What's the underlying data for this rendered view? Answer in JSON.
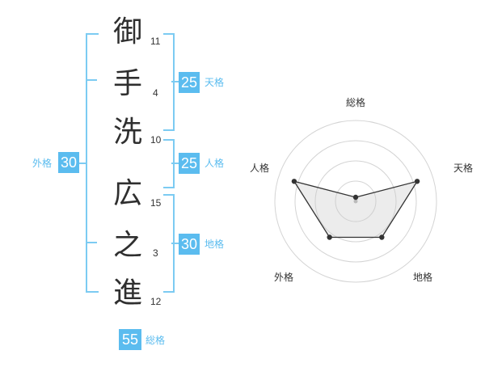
{
  "name_chars": [
    {
      "char": "御",
      "strokes": "11"
    },
    {
      "char": "手",
      "strokes": "4"
    },
    {
      "char": "洗",
      "strokes": "10"
    },
    {
      "char": "広",
      "strokes": "15"
    },
    {
      "char": "之",
      "strokes": "3"
    },
    {
      "char": "進",
      "strokes": "12"
    }
  ],
  "kakusu": {
    "tenkaku": {
      "value": "25",
      "label": "天格"
    },
    "jinkaku": {
      "value": "25",
      "label": "人格"
    },
    "chikaku": {
      "value": "30",
      "label": "地格"
    },
    "gaikaku": {
      "value": "30",
      "label": "外格"
    },
    "soukaku": {
      "value": "55",
      "label": "総格"
    }
  },
  "colors": {
    "accent": "#5bbcef",
    "bracket": "#7ccbf2",
    "text": "#2f2f2f"
  },
  "radar": {
    "labels": [
      "総格",
      "天格",
      "地格",
      "外格",
      "人格"
    ],
    "values": [
      0.05,
      0.8,
      0.55,
      0.55,
      0.8
    ],
    "rings": 4
  }
}
